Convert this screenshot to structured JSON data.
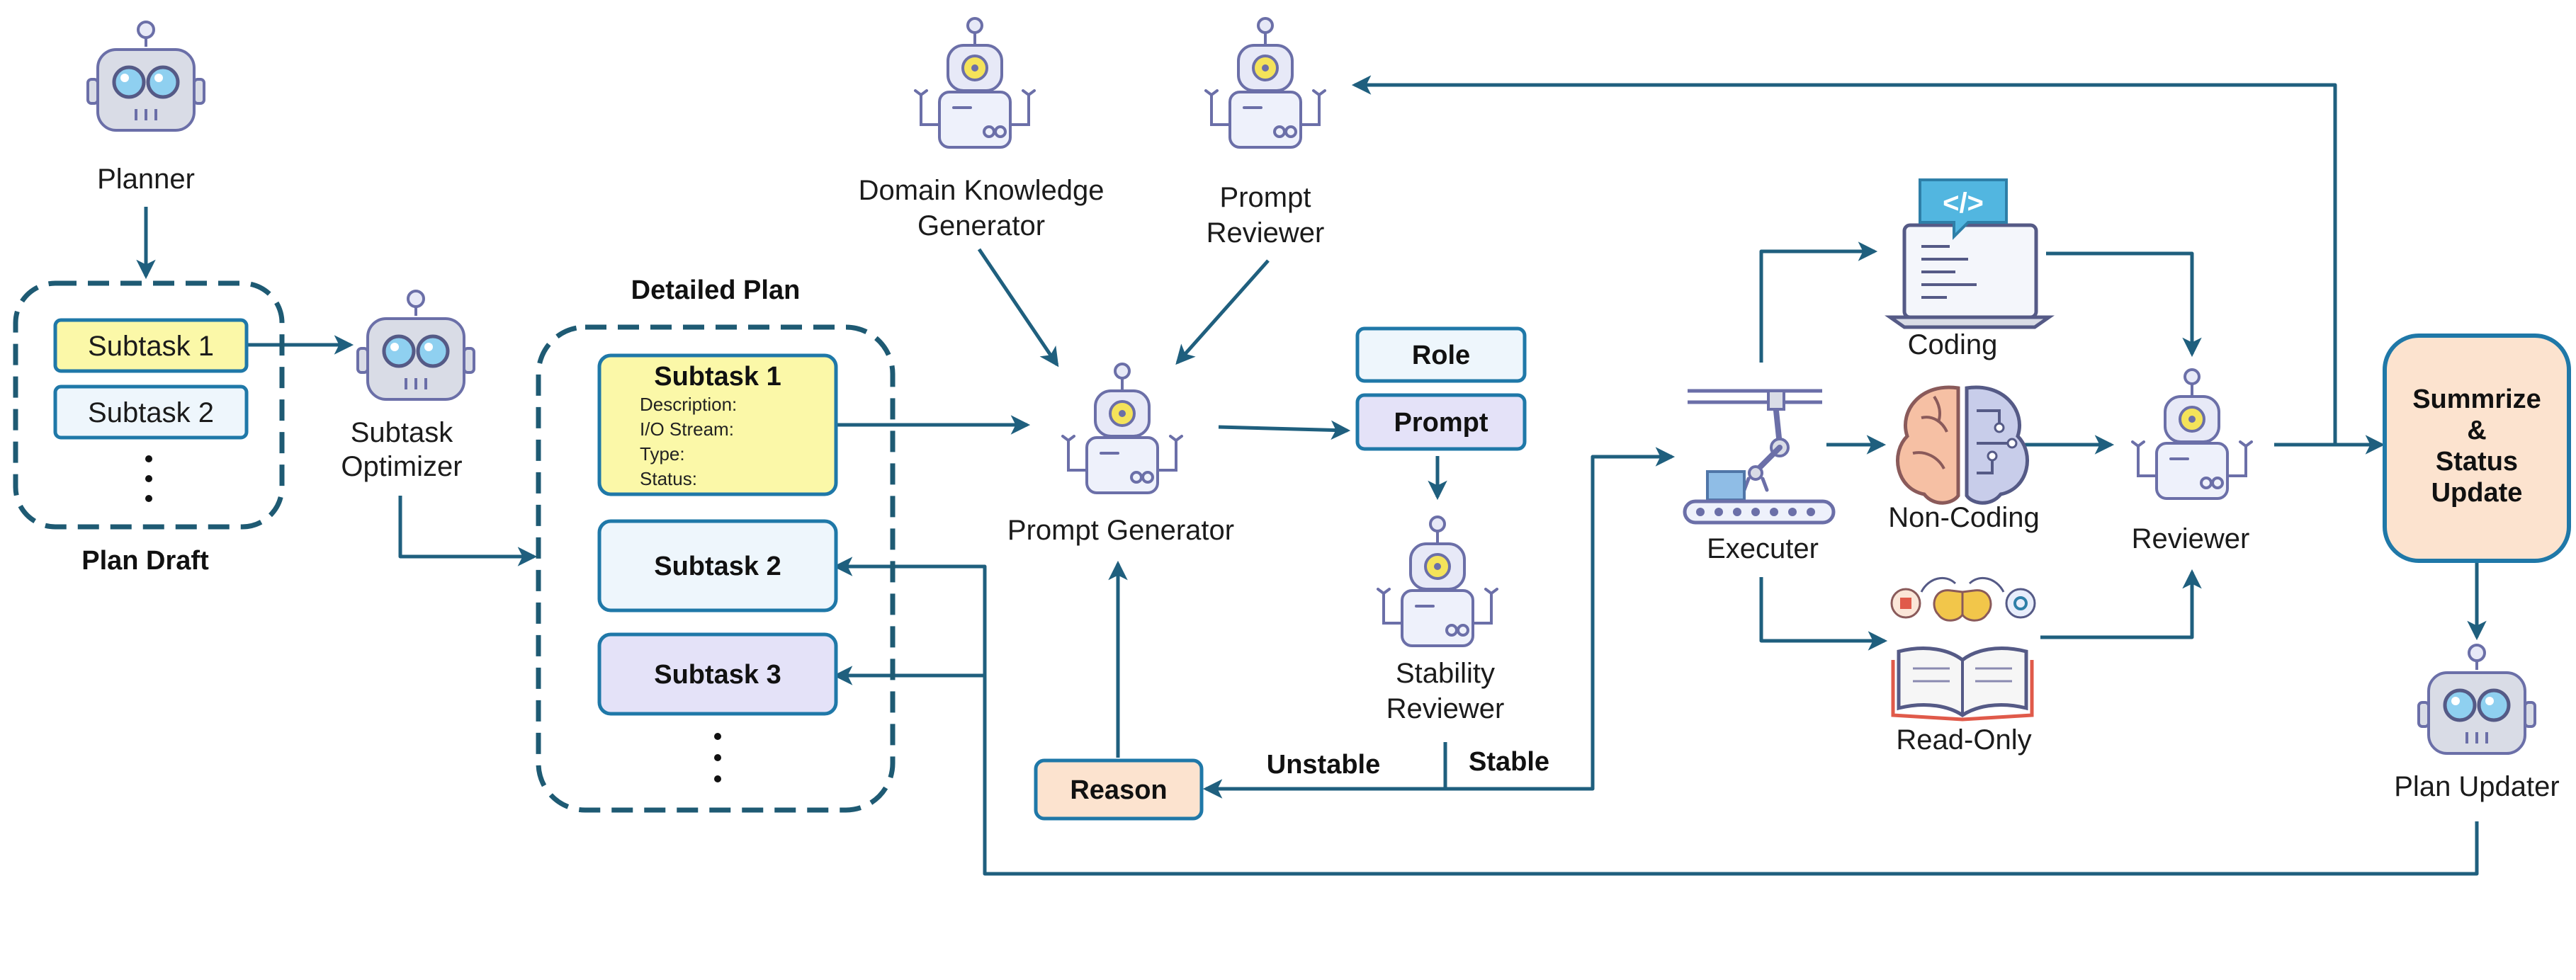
{
  "colors": {
    "flow": "#1f5f7e",
    "dashed_border": "#1e5a73",
    "box_border": "#1f78a8",
    "yellow": "#fbf8a8",
    "light_blue": "#eef6fc",
    "lavender": "#e4e2f8",
    "peach": "#fce3cf",
    "robot_body": "#e7e9f7",
    "robot_outline": "#6b6fa8",
    "robot_eye_yellow": "#f4e35a",
    "robot_eye_blue": "#8fd0f0"
  },
  "agents": {
    "planner": "Planner",
    "subtask_optimizer_line1": "Subtask",
    "subtask_optimizer_line2": "Optimizer",
    "domain_knowledge_generator_line1": "Domain Knowledge",
    "domain_knowledge_generator_line2": "Generator",
    "prompt_reviewer_line1": "Prompt",
    "prompt_reviewer_line2": "Reviewer",
    "prompt_generator": "Prompt Generator",
    "stability_reviewer_line1": "Stability",
    "stability_reviewer_line2": "Reviewer",
    "executer": "Executer",
    "reviewer": "Reviewer",
    "plan_updater": "Plan Updater"
  },
  "plan_draft": {
    "title": "Plan Draft",
    "subtask1": "Subtask 1",
    "subtask2": "Subtask 2"
  },
  "detailed_plan": {
    "title": "Detailed Plan",
    "subtask1": {
      "title": "Subtask 1",
      "description": "Description:",
      "io_stream": "I/O Stream:",
      "type": "Type:",
      "status": "Status:"
    },
    "subtask2": "Subtask 2",
    "subtask3": "Subtask 3"
  },
  "prompt_boxes": {
    "role": "Role",
    "prompt": "Prompt"
  },
  "reason_box": "Reason",
  "stability_labels": {
    "unstable": "Unstable",
    "stable": "Stable"
  },
  "task_types": {
    "coding": "Coding",
    "non_coding": "Non-Coding",
    "read_only": "Read-Only"
  },
  "summary_box": {
    "line1": "Summrize",
    "line2": "&",
    "line3": "Status",
    "line4": "Update"
  },
  "icons": {
    "planner": "robot-planner-icon",
    "subtask_optimizer": "robot-optimizer-icon",
    "domain_knowledge_generator": "robot-domain-knowledge-icon",
    "prompt_reviewer": "robot-prompt-reviewer-icon",
    "prompt_generator": "robot-prompt-generator-icon",
    "stability_reviewer": "robot-stability-reviewer-icon",
    "executer": "robotic-arm-conveyor-icon",
    "coding": "laptop-code-icon",
    "non_coding": "brain-circuit-icon",
    "read_only": "open-book-icon",
    "reviewer": "robot-reviewer-icon",
    "plan_updater": "robot-plan-updater-icon"
  }
}
